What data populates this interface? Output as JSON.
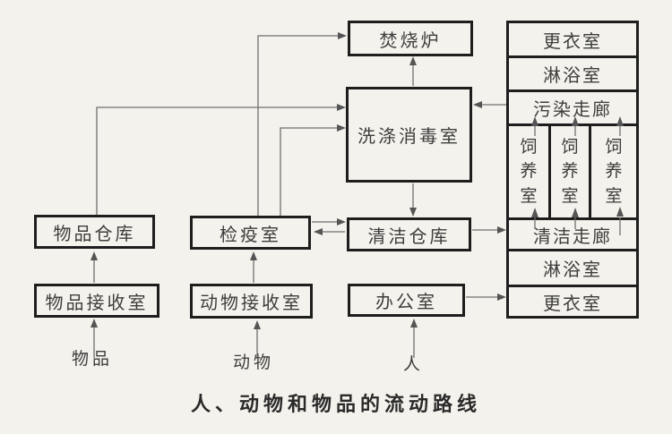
{
  "page": {
    "caption": "人、动物和物品的流动路线"
  },
  "boxes": {
    "incinerator": {
      "label": "焚烧炉"
    },
    "washing_disinfection": {
      "label": "洗涤消毒室"
    },
    "goods_warehouse": {
      "label": "物品仓库"
    },
    "goods_receiving": {
      "label": "物品接收室"
    },
    "quarantine": {
      "label": "检疫室"
    },
    "animal_receiving": {
      "label": "动物接收室"
    },
    "clean_warehouse": {
      "label": "清洁仓库"
    },
    "office": {
      "label": "办公室"
    }
  },
  "right_column": {
    "changing_top": "更衣室",
    "shower_top": "淋浴室",
    "contaminated_corridor": "污染走廊",
    "rearing_rooms": [
      "饲养室",
      "饲养室",
      "饲养室"
    ],
    "clean_corridor": "清洁走廊",
    "shower_bottom": "淋浴室",
    "changing_bottom": "更衣室"
  },
  "inputs": {
    "goods": "物品",
    "animals": "动物",
    "people": "人"
  },
  "colors": {
    "background": "#f4f2ec",
    "box_border": "#1e1e1e",
    "text": "#3d3d3d",
    "arrow_line": "#6f6f6f",
    "arrow_head": "#555555"
  }
}
